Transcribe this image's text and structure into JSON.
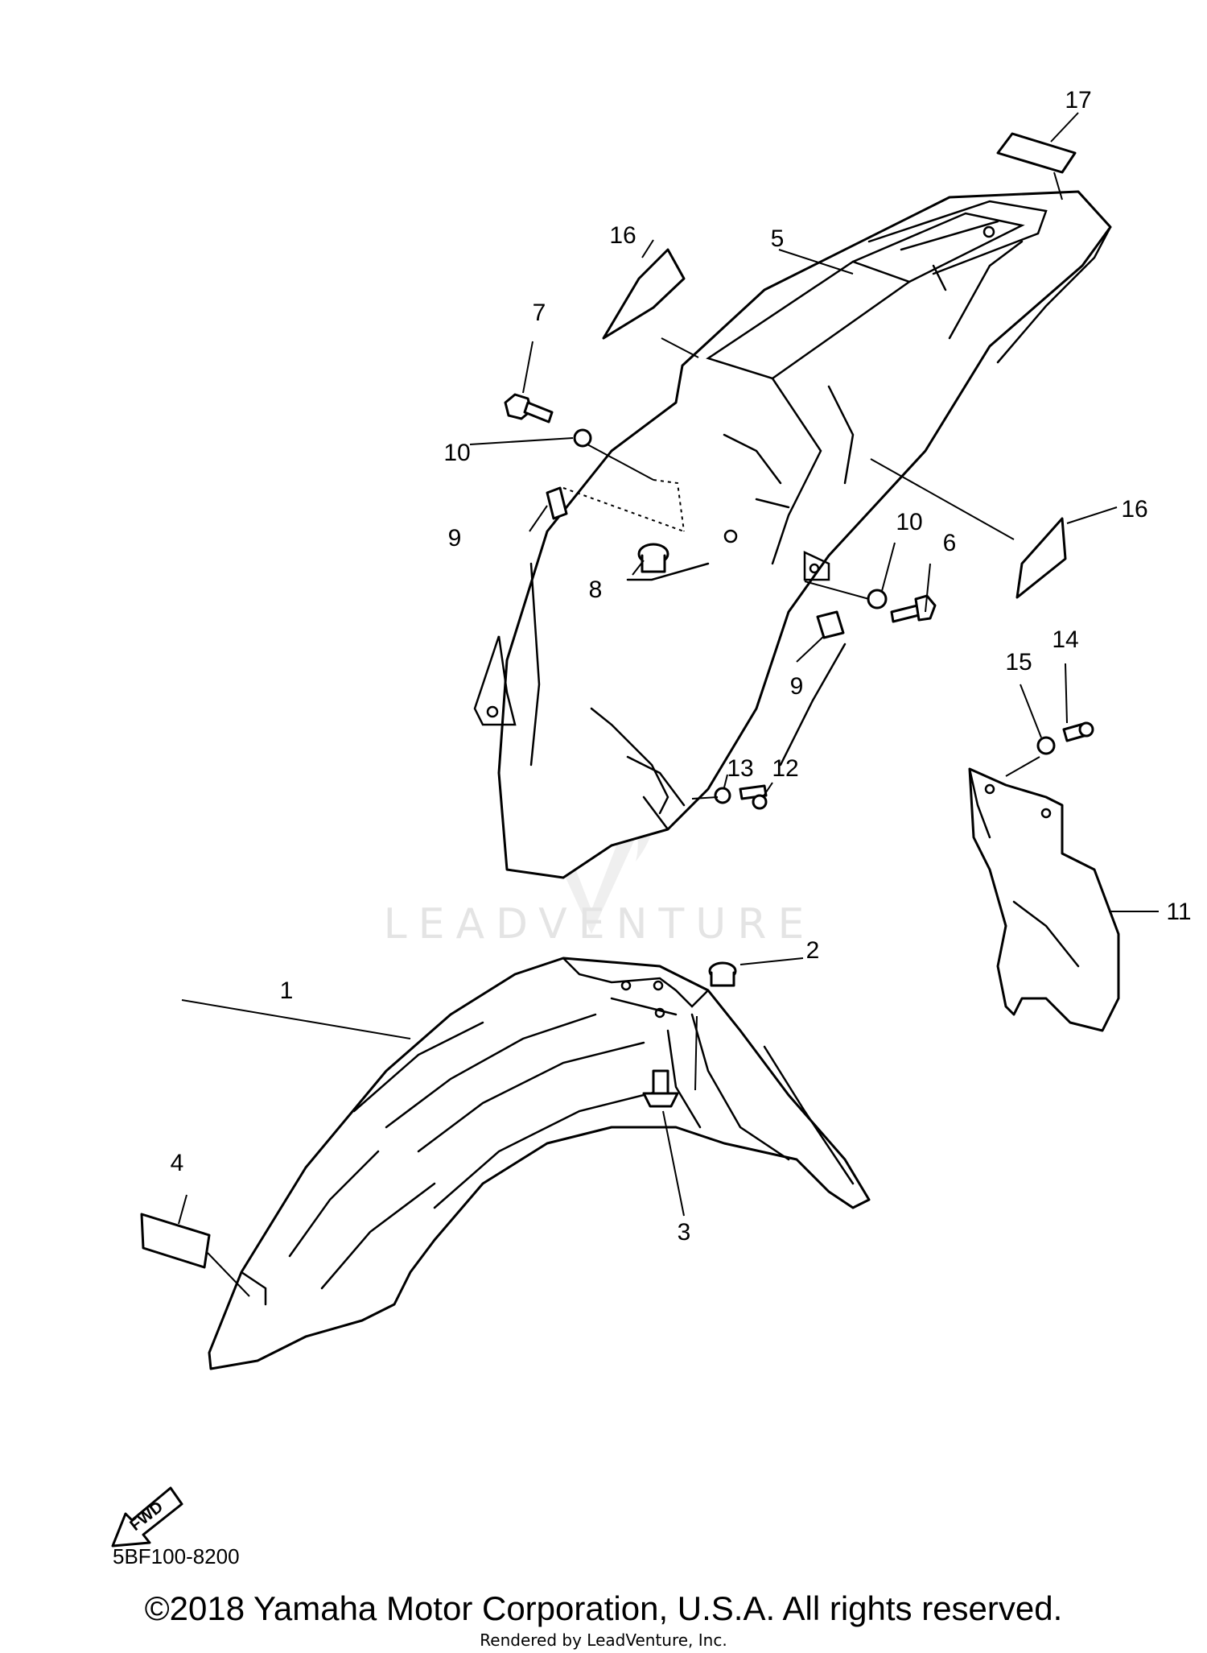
{
  "diagram": {
    "callouts": [
      "1",
      "2",
      "3",
      "4",
      "5",
      "6",
      "7",
      "8",
      "9",
      "9",
      "10",
      "10",
      "11",
      "12",
      "13",
      "14",
      "15",
      "16",
      "16",
      "17"
    ],
    "watermark": "LEADVENTURE",
    "fwd_label": "FWD",
    "diagram_code": "5BF100-8200"
  },
  "footer": {
    "copyright": "©2018 Yamaha Motor Corporation, U.S.A. All rights reserved.",
    "rendered_by": "Rendered by LeadVenture, Inc."
  }
}
